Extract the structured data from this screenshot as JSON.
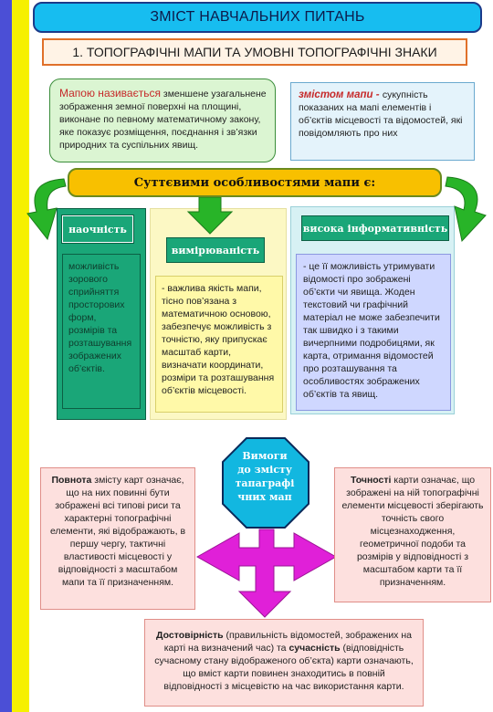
{
  "header": {
    "title": "ЗМІСТ НАВЧАЛЬНИХ ПИТАНЬ"
  },
  "subheader": {
    "title": "1. ТОПОГРАФІЧНІ МАПИ ТА УМОВНІ ТОПОГРАФІЧНІ ЗНАКИ"
  },
  "definition": {
    "lead": "Мапою називається",
    "text": " зменшене узагальнене зображення земної поверхні на площині, виконане по певному математичному закону, яке показує розміщення, поєднання і зв’язки природних та суспільних явищ."
  },
  "content_definition": {
    "lead": "змістом мапи",
    "dash": " - ",
    "text": " сукупність показаних на мапі елементів і об’єктів місцевості та відомостей, які повідомляють про них"
  },
  "banner": {
    "title": "Суттєвими особливостями мапи є:"
  },
  "features": {
    "clarity": {
      "label": "наочність",
      "text": "можливість зорового сприйняття просторових форм, розмірів та розташування зображених об’єктів."
    },
    "measurability": {
      "label": "вимірюваність",
      "text": "- важлива якість мапи, тісно пов’язана з математичною основою, забезпечує можливість з точністю, яку припускає масштаб карти, визначати координати, розміри та розташування об’єктів місцевості."
    },
    "informativeness": {
      "label": "висока інформативність",
      "text": "- це її можливість утримувати відомості про зображені об’єкти чи явища. Жоден текстовий чи графічний матеріал не може забезпечити так швидко і з такими вичерпними подробицями, як карта, отримання відомостей про розташування та особливостях зображених об’єктів та явищ."
    }
  },
  "requirements": {
    "center_label": [
      "Вимоги",
      "до змісту",
      "тапаграфі",
      "чних мап"
    ],
    "completeness": {
      "term": "Повнота",
      "text": " змісту карт означає, що на них повинні бути зображені всі типові риси та характерні топографічні елементи, які відображають, в першу чергу, тактичні властивості місцевості у відповідності з масштабом мапи та її призначенням."
    },
    "accuracy": {
      "term": "Точності",
      "text": " карти означає, що зображені на ній топографічні елементи місцевості зберігають точність свого місцезнаходження, геометричної подоби та розмірів у відповідності з масштабом карти та її призначенням."
    },
    "reliability": {
      "term": "Достовірність",
      "text_a": " (правильність відомостей, зображених на карті на визначений час) та ",
      "term2": "сучасність",
      "text_b": " (відповідність сучасному стану відображеного об’єкта) карти означають, що вміст карти повинен знаходитись в повній відповідності з місцевістю на час використання карти."
    }
  },
  "colors": {
    "stripe_blue": "#4b4fd6",
    "stripe_yellow": "#f6f000",
    "header_fill": "#17bdf0",
    "banner_fill": "#f8c000",
    "feature_green": "#1aa678",
    "arrow_green": "#28b428",
    "arrow_magenta": "#e020d8",
    "octagon_fill": "#12b7e0",
    "accent_red": "#c62a2a"
  },
  "icons": {
    "left_curved_arrow": "curved-arrow-down-icon",
    "right_curved_arrow": "curved-arrow-down-icon",
    "center_arrow": "arrow-down-icon",
    "four_way_arrow": "four-way-arrow-icon"
  }
}
